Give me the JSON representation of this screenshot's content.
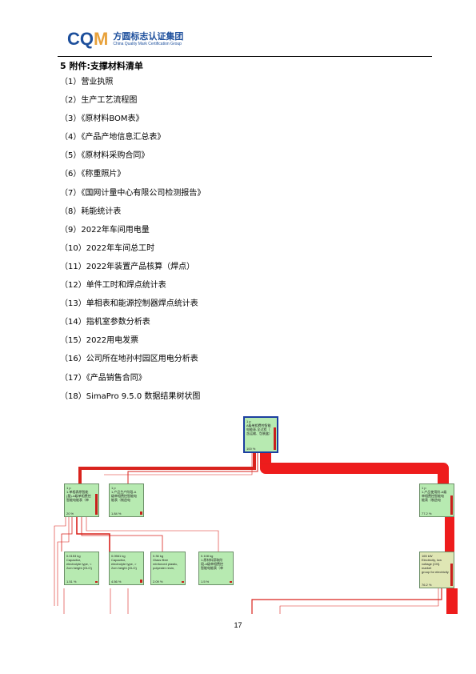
{
  "header": {
    "logo_mark_a": "CQ",
    "logo_mark_b": "M",
    "logo_cn": "方圆标志认证集团",
    "logo_en": "China Quality Mark Certification Group"
  },
  "section_title": "5 附件:支撑材料清单",
  "items": [
    "（1）营业执照",
    "（2）生产工艺流程图",
    "（3）《原材料BOM表》",
    "（4）《产品产地信息汇总表》",
    "（5）《原材料采购合同》",
    "（6）《称重照片》",
    "（7）《国网计量中心有限公司检测报告》",
    "（8）耗能统计表",
    "（9）2022年车间用电量",
    "（10）2022年车间总工时",
    "（11）2022年装置产品核算（焊点）",
    "（12）单件工时和焊点统计表",
    "（13）单相表和能源控制器焊点统计表",
    "（14）指机室参数分析表",
    "（15）2022用电发票",
    "（16）公司所在地孙村园区用电分析表",
    "（17）《产品销售合同》",
    "（18）SimaPro 9.5.0 数据结果树状图"
  ],
  "tree": {
    "root": {
      "l1": "1 p",
      "l2": "A级单相费控智能",
      "l3": "电能表-全过程（",
      "l4": "含运输、包装盒）",
      "pct": "100 %"
    },
    "n1": {
      "l1": "1 p",
      "l2": "1.单相表原智能",
      "l3": "(基)-A级单相费控",
      "l4": "智能电能表（单",
      "pct": "20 %"
    },
    "n2": {
      "l1": "1 p",
      "l2": "1.产品生产阶段-A",
      "l3": "级单相费控智能电",
      "l4": "能表（制造电",
      "pct": "1.84 %"
    },
    "n3": {
      "l1": "1 p",
      "l2": "1.产品使用阶-A级",
      "l3": "单相费控智能电",
      "l4": "能表（制造电",
      "pct": "77.2 %"
    },
    "c1": {
      "l1": "0.0153 kg",
      "l2": "Capacitor,",
      "l3": "electrolyte type, <",
      "l4": "2cm height {GLO}",
      "pct": "1.51 %"
    },
    "c2": {
      "l1": "0.0561 kg",
      "l2": "Capacitor,",
      "l3": "electrolyte type, >",
      "l4": "2cm height {GLO}",
      "pct": "4.56 %"
    },
    "c3": {
      "l1": "0.36 kg",
      "l2": "Glass fibre",
      "l3": "reinforced plastic,",
      "l4": "polyester resin,",
      "pct": "2.09 %"
    },
    "c4": {
      "l1": "0.108 kg",
      "l2": "1.原材料获取阶",
      "l3": "段-A级单相费控",
      "l4": "智能电能表（单",
      "pct": "1.5 %"
    },
    "c5": {
      "l1": "165 kW",
      "l2": "Electricity, low",
      "l3": "voltage {CN} market",
      "l4": "group for electricity",
      "pct": "76.2 %"
    }
  },
  "page_number": "17"
}
